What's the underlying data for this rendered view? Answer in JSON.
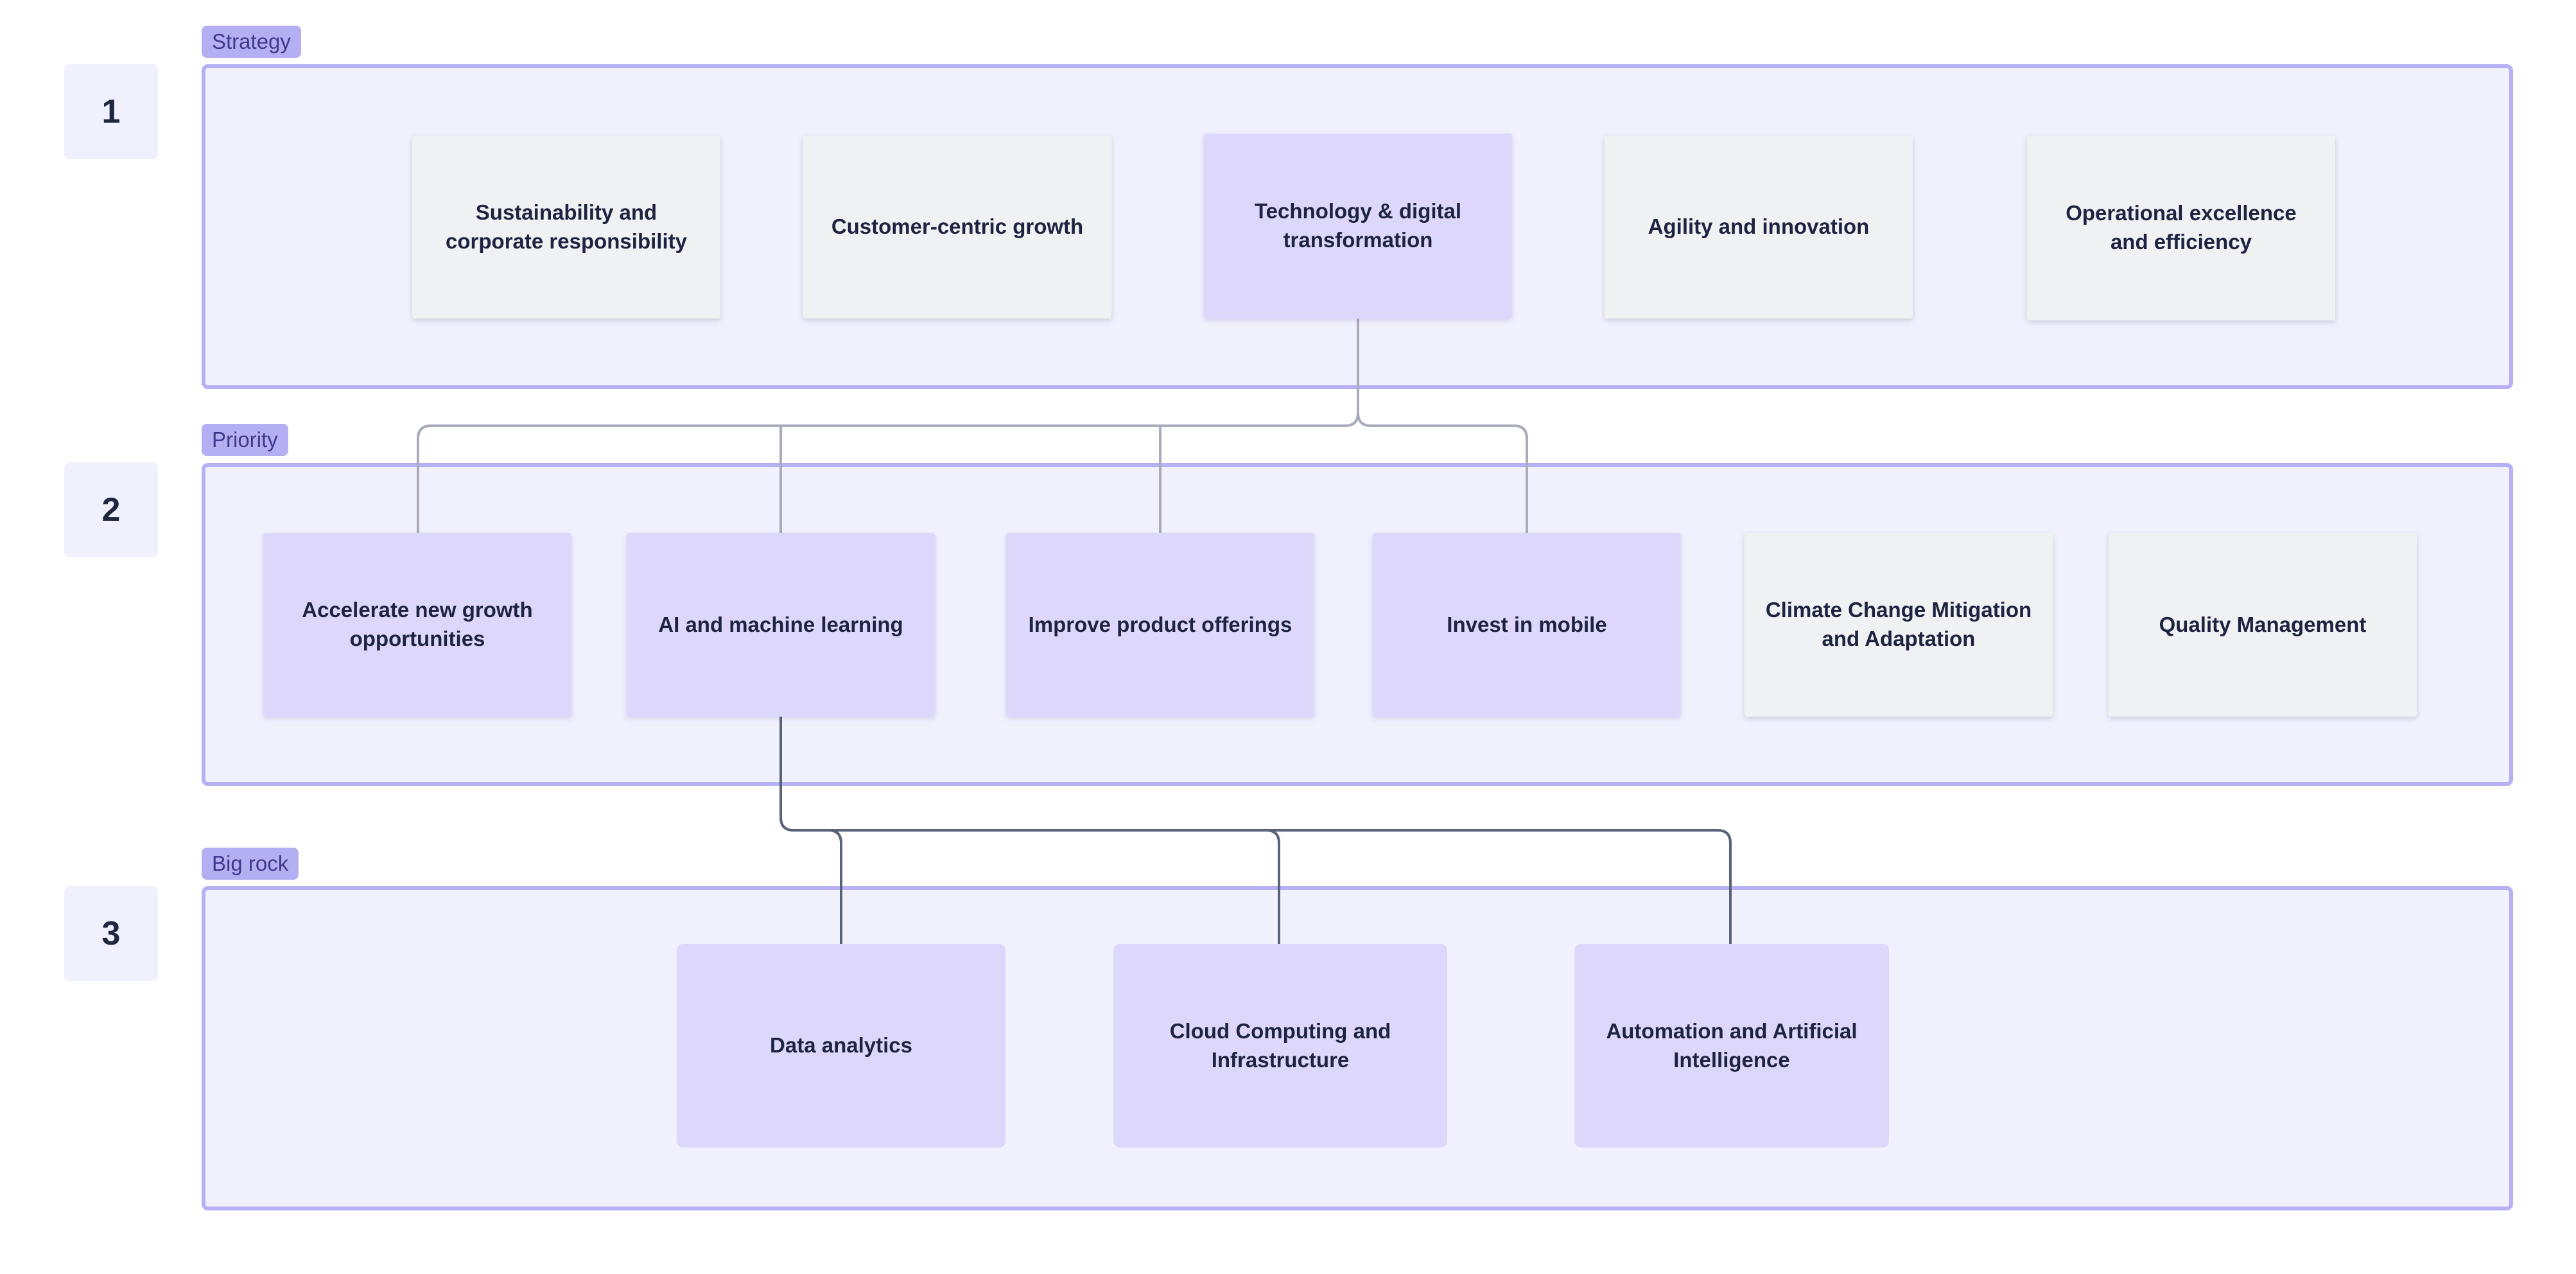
{
  "levels": [
    {
      "number": "1",
      "tag": "Strategy"
    },
    {
      "number": "2",
      "tag": "Priority"
    },
    {
      "number": "3",
      "tag": "Big rock"
    }
  ],
  "strategy": [
    "Sustainability and corporate responsibility",
    "Customer-centric growth",
    "Technology & digital transformation",
    "Agility and innovation",
    "Operational excellence and efficiency"
  ],
  "priority": [
    "Accelerate new growth opportunities",
    "AI and machine learning",
    "Improve product offerings",
    "Invest in mobile",
    "Climate Change Mitigation and Adaptation",
    "Quality Management"
  ],
  "big_rock": [
    "Data analytics",
    "Cloud Computing and Infrastructure",
    "Automation and Artificial Intelligence"
  ],
  "colors": {
    "section_bg": "#f1f0fd",
    "section_border": "#b6b0f4",
    "tag_bg": "#b4aef2",
    "highlight_card": "#ddd8fb",
    "neutral_card": "#f0f1f3",
    "connector_upper": "#a9acbb",
    "connector_lower": "#59637a"
  }
}
